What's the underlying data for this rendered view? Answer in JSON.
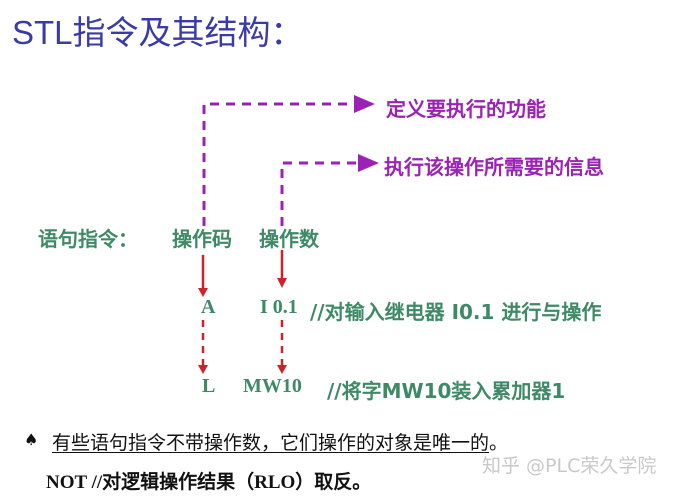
{
  "title": "STL指令及其结构：",
  "annotations": {
    "opcode_desc": "定义要执行的功能",
    "operand_desc": "执行该操作所需要的信息"
  },
  "structure": {
    "label": "语句指令：",
    "opcode": "操作码",
    "operand": "操作数"
  },
  "examples": [
    {
      "opcode": "A",
      "operand": "I 0.1",
      "comment": "//对输入继电器 I0.1  进行与操作"
    },
    {
      "opcode": "L",
      "operand": "MW10",
      "comment": "//将字MW10装入累加器1"
    }
  ],
  "notes": {
    "bullet_icon": "spade-bullet-icon",
    "note1": "有些语句指令不带操作数，它们操作的对象是唯一的",
    "note1_end": "。",
    "note2": "NOT //对逻辑操作结果（RLO）取反。"
  },
  "watermark": "知乎 @PLC荣久学院",
  "colors": {
    "title": "#3a3aa8",
    "annotation": "#9b22b4",
    "code": "#3e8a66",
    "arrow_red": "#d0202a"
  }
}
